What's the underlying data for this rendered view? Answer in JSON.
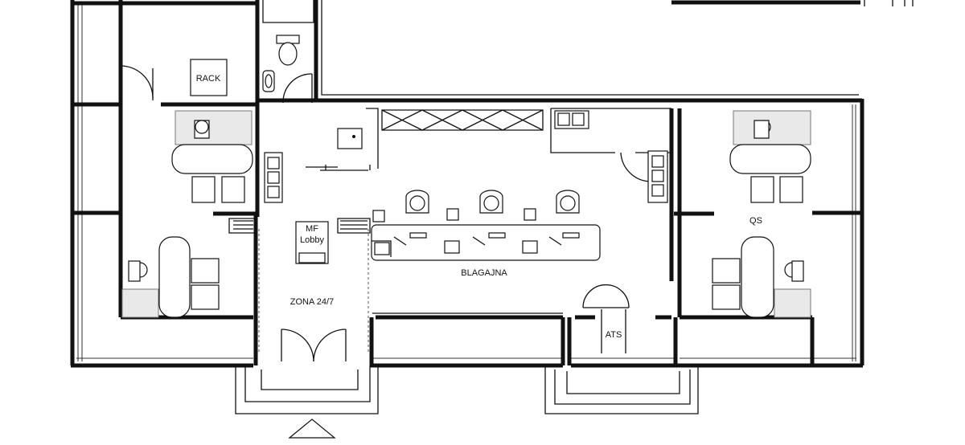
{
  "rooms": {
    "rack": "RACK",
    "mf_lobby_line1": "MF",
    "mf_lobby_line2": "Lobby",
    "zone_24_7": "ZONA 24/7",
    "cashier": "BLAGAJNA",
    "qs": "QS",
    "ats": "ATS"
  }
}
